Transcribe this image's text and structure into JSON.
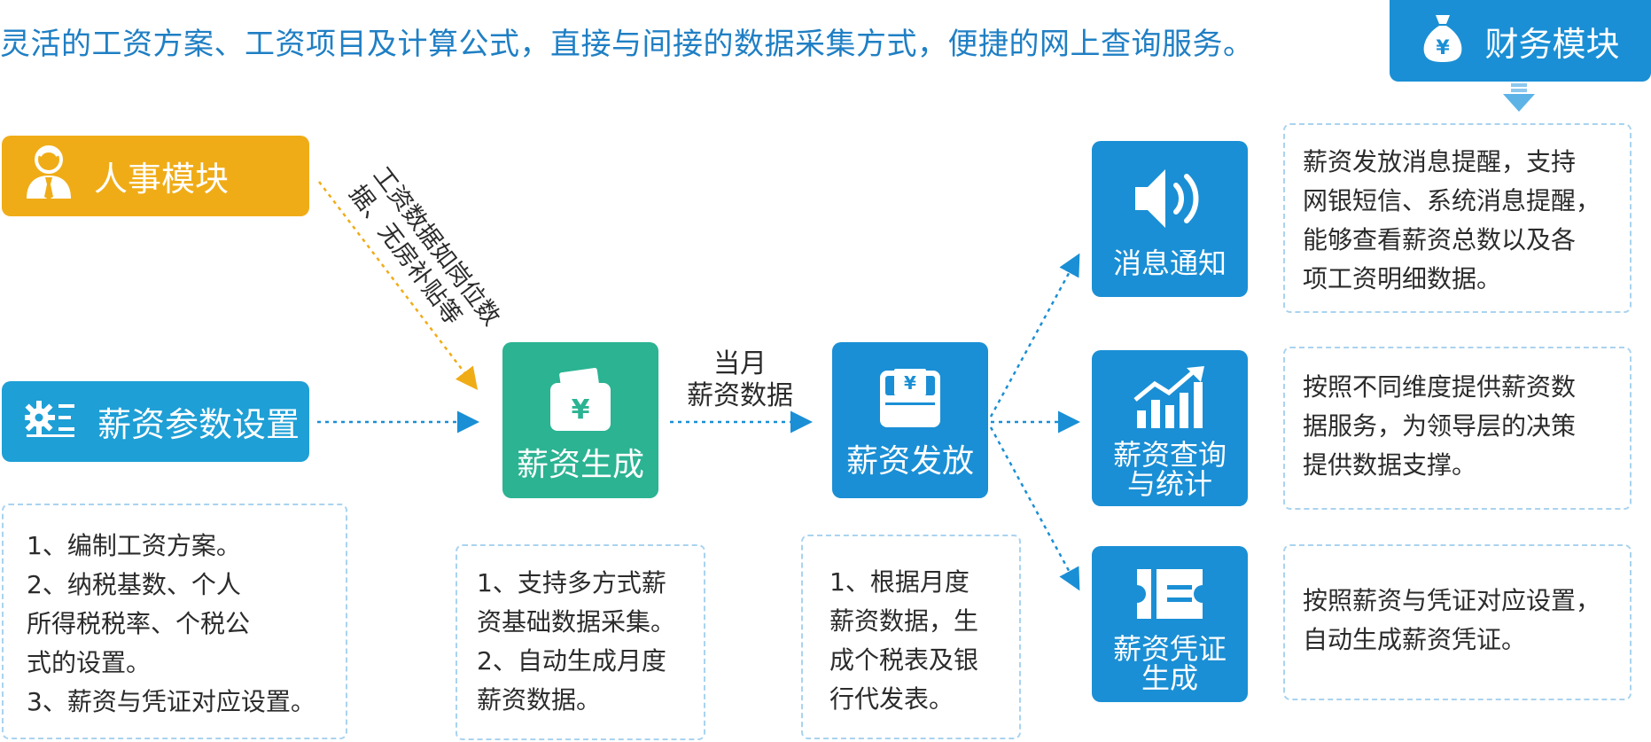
{
  "headline": "灵活的工资方案、工资项目及计算公式，直接与间接的数据采集方式，便捷的网上查询服务。",
  "finance_module": {
    "label": "财务模块",
    "icon": "money-bag-icon"
  },
  "hr_module": {
    "label": "人事模块",
    "icon": "person-icon"
  },
  "param_module": {
    "label": "薪资参数设置",
    "icon": "gear-list-icon"
  },
  "hr_flow_label": "工资数据如岗位数\n据、无房补贴等",
  "monthly_flow_label": "当月\n薪资数据",
  "salary_generate": {
    "label": "薪资生成",
    "icon": "wallet-yen-icon"
  },
  "salary_payout": {
    "label": "薪资发放",
    "icon": "payout-yen-icon"
  },
  "side_tiles": [
    {
      "label": "消息通知",
      "icon": "speaker-icon"
    },
    {
      "label": "薪资查询\n与统计",
      "icon": "bar-chart-up-icon"
    },
    {
      "label": "薪资凭证\n生成",
      "icon": "voucher-icon"
    }
  ],
  "notes": {
    "param": "1、编制工资方案。\n2、纳税基数、个人\n所得税税率、个税公\n式的设置。\n3、薪资与凭证对应设置。",
    "generate": "1、支持多方式薪\n资基础数据采集。\n2、自动生成月度\n薪资数据。",
    "payout": "1、根据月度\n薪资数据，生\n成个税表及银\n行代发表。",
    "notify": "薪资发放消息提醒，支持\n网银短信、系统消息提醒，\n能够查看薪资总数以及各\n项工资明细数据。",
    "query": "按照不同维度提供薪资数\n据服务，为领导层的决策\n提供数据支撑。",
    "voucher": "按照薪资与凭证对应设置，\n自动生成薪资凭证。"
  },
  "colors": {
    "blue": "#1a8fd5",
    "orange": "#f0ac17",
    "teal": "#2bb392",
    "headline": "#1f7fc4",
    "dashed": "#a9d3ef"
  }
}
